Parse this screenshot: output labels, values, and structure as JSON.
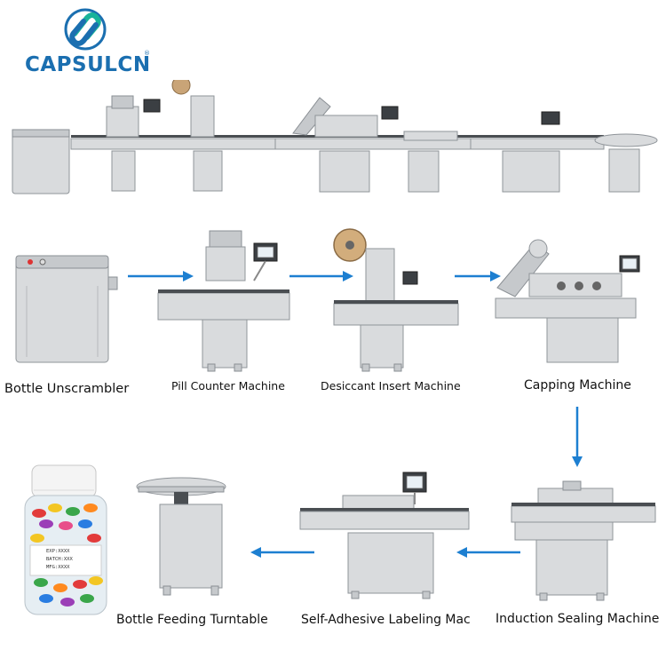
{
  "brand": {
    "name": "CAPSULCN",
    "registered_mark": "®",
    "color": "#1b6fb0",
    "logo_icon": "capsulcn-logo-icon"
  },
  "steps": [
    {
      "label": "Bottle Unscrambler"
    },
    {
      "label": "Pill Counter Machine"
    },
    {
      "label": "Desiccant Insert Machine"
    },
    {
      "label": "Capping Machine"
    },
    {
      "label": "Induction Sealing Machine"
    },
    {
      "label": "Self-Adhesive Labeling Mac"
    },
    {
      "label": "Bottle Feeding Turntable"
    }
  ],
  "bottle_label_lines": [
    "EXP:XXXX",
    "BATCH:XXX",
    "MFG:XXXX"
  ],
  "colors": {
    "arrow": "#1d7fd1",
    "steel": "#d9dbdd",
    "bottle_cap": "#f4f4f4"
  }
}
